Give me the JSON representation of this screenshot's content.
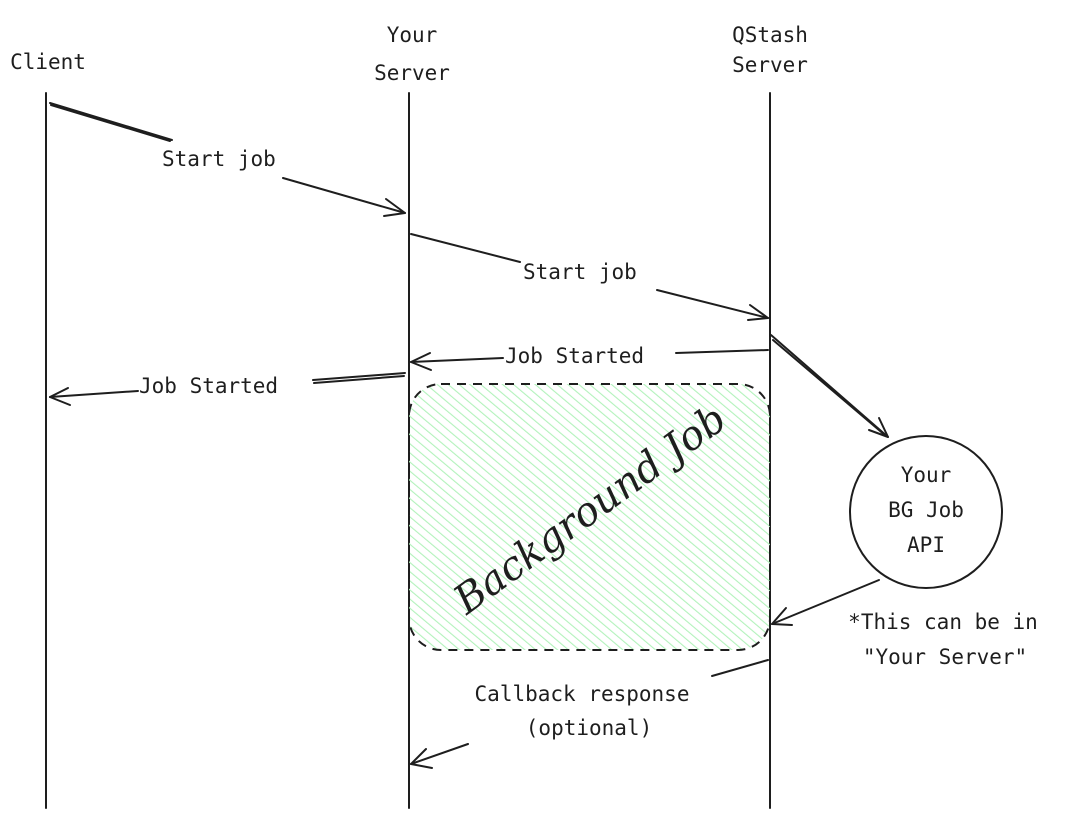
{
  "participants": {
    "client": "Client",
    "your_server": [
      "Your",
      "Server"
    ],
    "qstash_server": [
      "QStash",
      "Server"
    ]
  },
  "messages": {
    "client_to_server": "Start job",
    "server_to_qstash": "Start job",
    "qstash_to_server": "Job Started",
    "server_to_client": "Job Started",
    "callback": [
      "Callback response",
      "(optional)"
    ]
  },
  "background_job": {
    "label": "Background Job",
    "fill_color": "#b2f2bb",
    "border_color": "#1e1e1e"
  },
  "api_node": {
    "lines": [
      "Your",
      "BG Job",
      "API"
    ]
  },
  "note": [
    "*This can be in",
    "\"Your Server\""
  ]
}
